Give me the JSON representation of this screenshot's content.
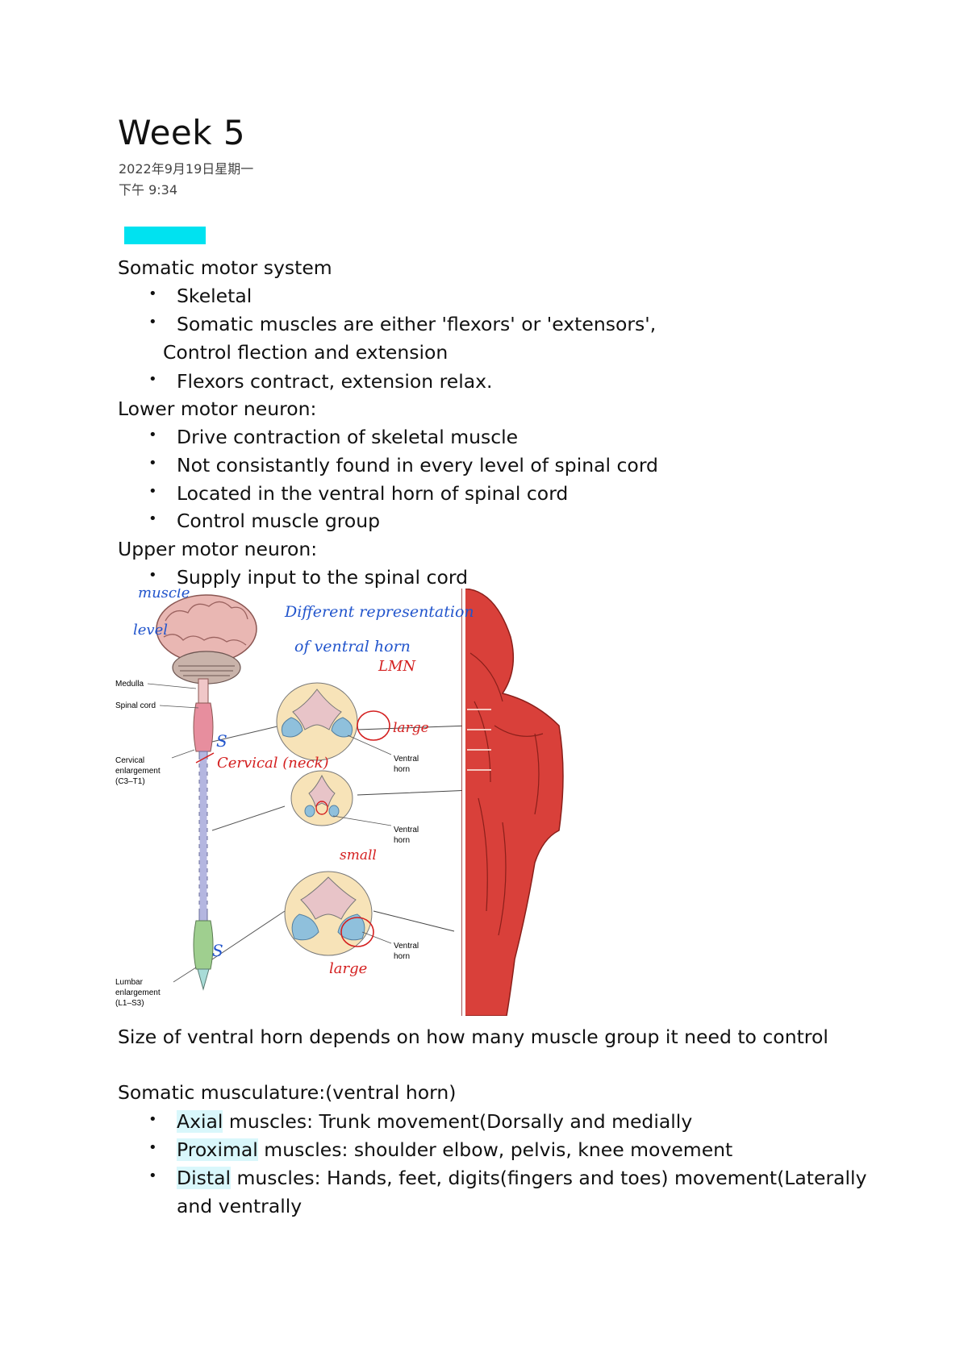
{
  "header": {
    "title": "Week 5",
    "date": "2022年9月19日星期一",
    "time": "下午 9:34"
  },
  "sections": [
    {
      "heading": "Somatic motor system",
      "bullets": [
        "Skeletal",
        "Somatic muscles are either 'flexors' or 'extensors',",
        "Flexors contract, extension relax."
      ],
      "continuation": "Control flection and extension"
    },
    {
      "heading": "Lower motor neuron:",
      "bullets": [
        "Drive contraction of skeletal muscle",
        "Not consistantly found in every level of spinal cord",
        "Located in the ventral horn of spinal cord",
        "Control muscle group"
      ]
    },
    {
      "heading": "Upper motor neuron:",
      "bullets": [
        "Supply input to the spinal cord"
      ]
    }
  ],
  "figure": {
    "labels": {
      "medulla": "Medulla",
      "spinal_cord": "Spinal cord",
      "cervical_1": "Cervical",
      "cervical_2": "enlargement",
      "cervical_3": "(C3–T1)",
      "lumbar_1": "Lumbar",
      "lumbar_2": "enlargement",
      "lumbar_3": "(L1–S3)",
      "ventral": "Ventral",
      "horn": "horn"
    },
    "handwriting": {
      "muscle": "muscle",
      "level": "level",
      "different": "Different representation",
      "of_ventral": "of ventral horn",
      "lmn": "LMN",
      "large": "large",
      "cervical": "Cervical (neck)",
      "small": "small",
      "large2": "large",
      "s1": "S",
      "s2": "S"
    },
    "colors": {
      "ink_blue": "#2255cc",
      "ink_red": "#d42020",
      "muscle_red": "#d9403a"
    }
  },
  "after_figure": "Size of ventral horn depends on how many muscle group it need to control",
  "musculature": {
    "heading": "Somatic musculature:(ventral horn)",
    "items": [
      {
        "term": "Axial",
        "rest": " muscles: Trunk movement(Dorsally and medially"
      },
      {
        "term": "Proximal",
        "rest": " muscles: shoulder elbow, pelvis, knee movement"
      },
      {
        "term": "Distal",
        "rest": " muscles: Hands, feet, digits(fingers and toes) movement(Laterally"
      }
    ],
    "continuation": "and ventrally"
  },
  "bullet_glyph": "•"
}
